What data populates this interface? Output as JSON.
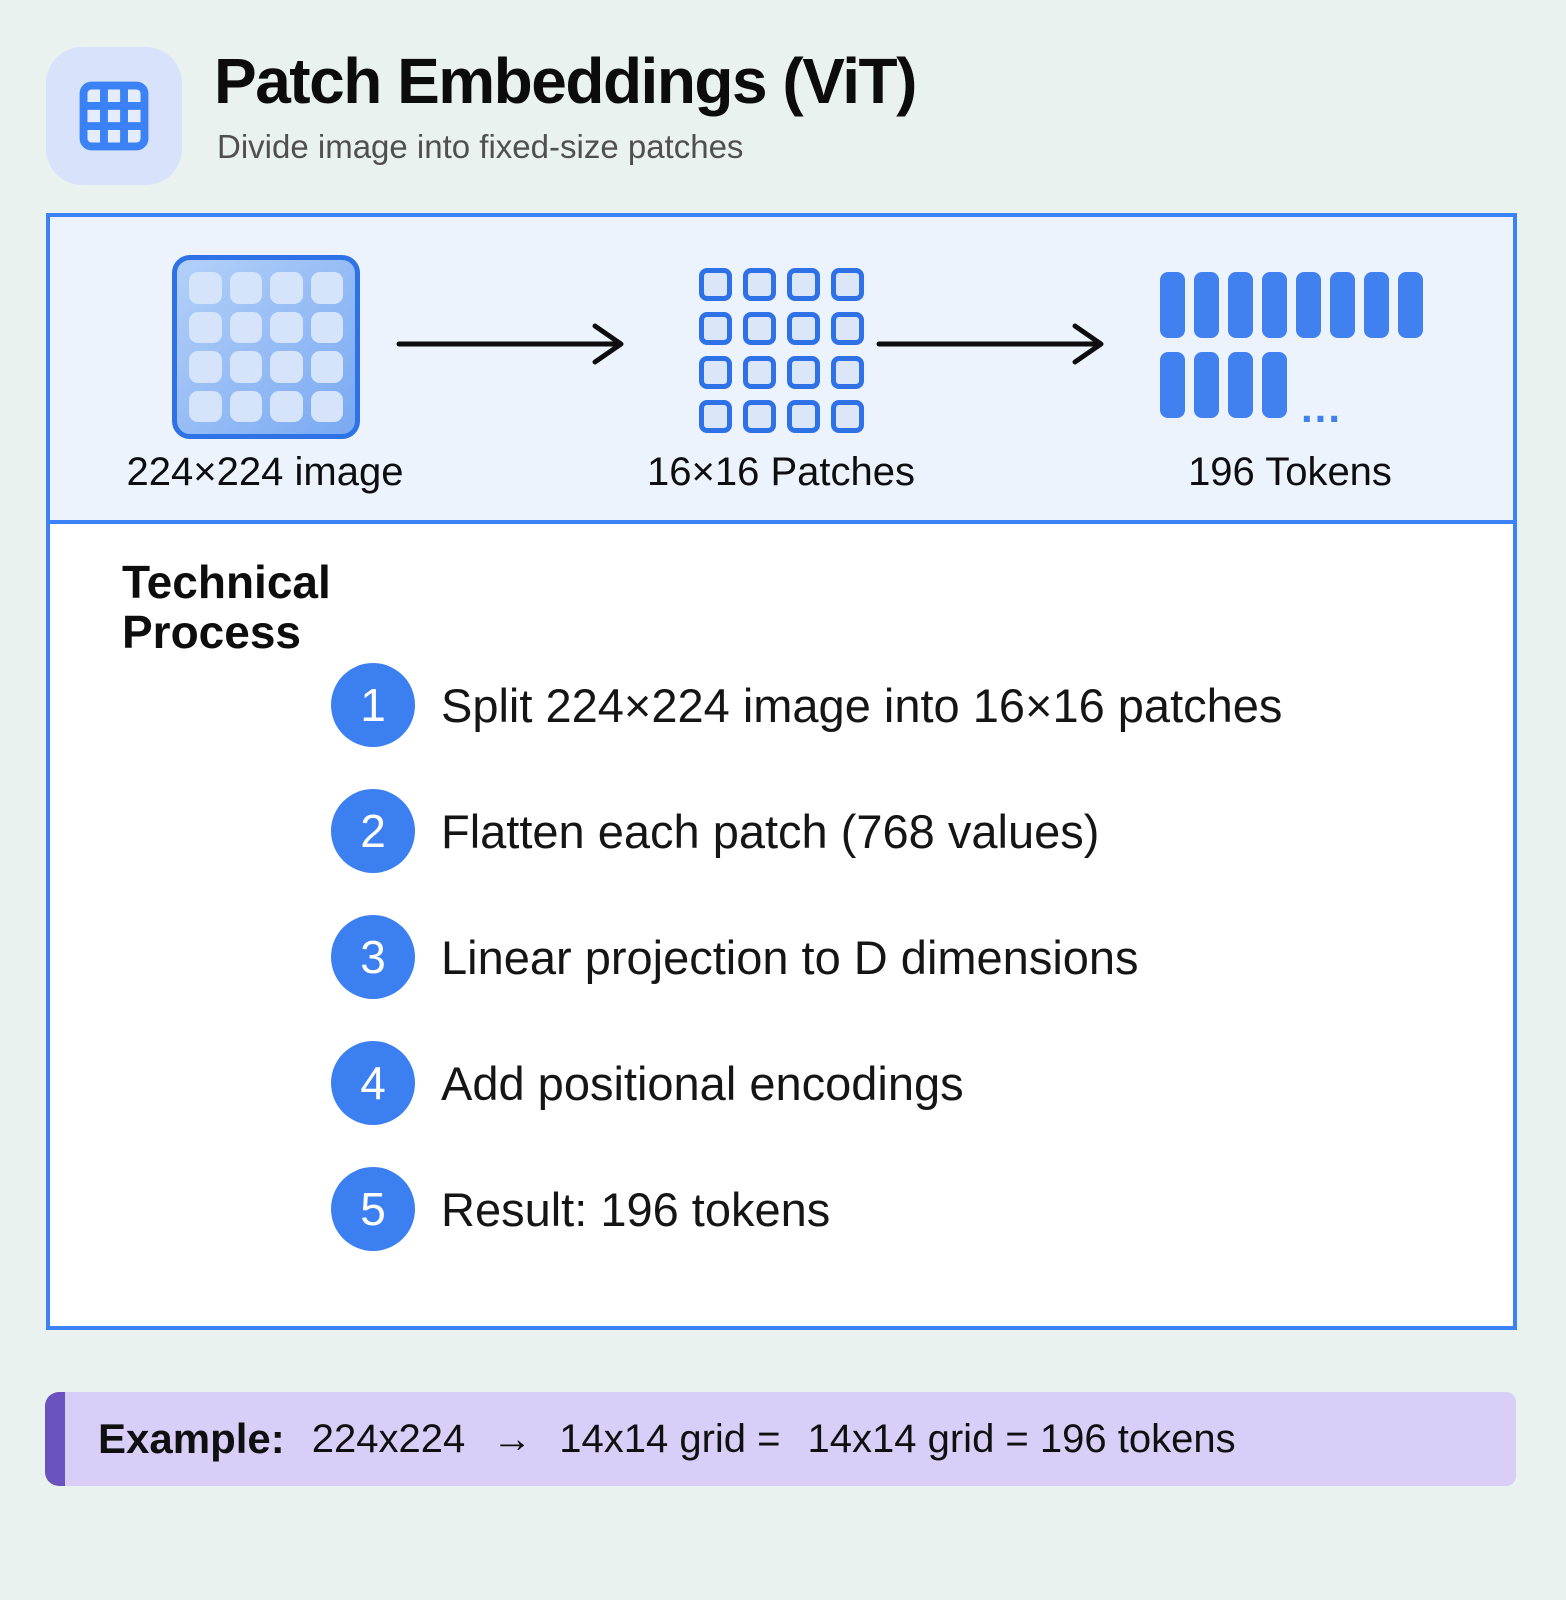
{
  "header": {
    "title": "Patch Embeddings (ViT)",
    "subtitle": "Divide image into fixed-size patches",
    "icon": "grid-icon"
  },
  "flow": {
    "stages": [
      {
        "label": "224×224 image",
        "graphic": "image-grid",
        "cells": 16
      },
      {
        "label": "16×16 Patches",
        "graphic": "patch-grid",
        "cells": 16
      },
      {
        "label": "196 Tokens",
        "graphic": "token-bars",
        "top_row_bars": 8,
        "bottom_row_bars": 4,
        "ellipsis": "..."
      }
    ]
  },
  "process": {
    "heading": "Technical Process",
    "steps": [
      {
        "num": "1",
        "text": "Split 224×224 image into 16×16 patches"
      },
      {
        "num": "2",
        "text": "Flatten each patch (768 values)"
      },
      {
        "num": "3",
        "text": "Linear projection to D dimensions"
      },
      {
        "num": "4",
        "text": "Add positional encodings"
      },
      {
        "num": "5",
        "text": "Result: 196 tokens"
      }
    ]
  },
  "example": {
    "label": "Example:",
    "segments": [
      "224x224",
      "→",
      "14x14 grid =",
      "14x14 grid = 196 tokens"
    ]
  },
  "colors": {
    "page_bg": "#e9f2ee",
    "accent_blue": "#3b82f6",
    "flow_bg": "#edf3fd",
    "token_blue": "#4080ef",
    "circle_blue": "#3b7ff0",
    "icon_bg": "#d8e3fb",
    "example_bg": "#d9cef7",
    "example_accent": "#6a53be"
  }
}
